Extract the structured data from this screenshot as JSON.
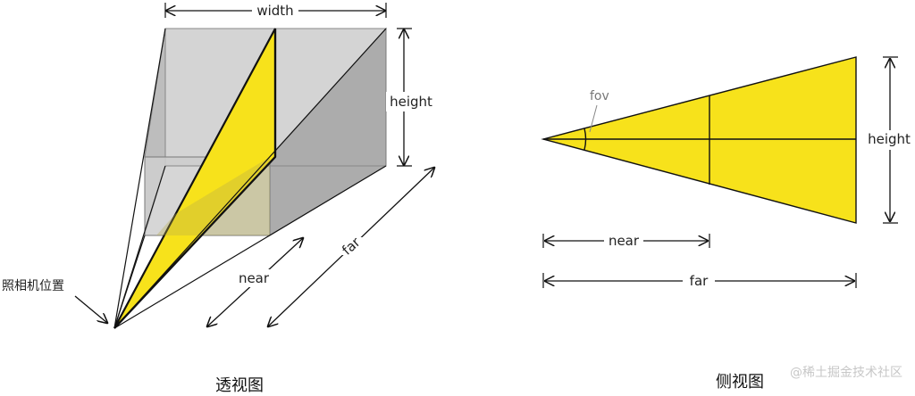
{
  "perspective": {
    "label_width": "width",
    "label_height": "height",
    "label_near": "near",
    "label_far": "far",
    "label_camera": "照相机位置",
    "caption": "透视图"
  },
  "side": {
    "label_fov": "fov",
    "label_height": "height",
    "label_near": "near",
    "label_far": "far",
    "caption": "侧视图"
  },
  "watermark": "@稀土掘金技术社区",
  "colors": {
    "frustum_fill": "#f7e21b",
    "box_gray": "#c8c8c8",
    "box_gray_dark": "#a9a9a9",
    "line": "#111111"
  }
}
